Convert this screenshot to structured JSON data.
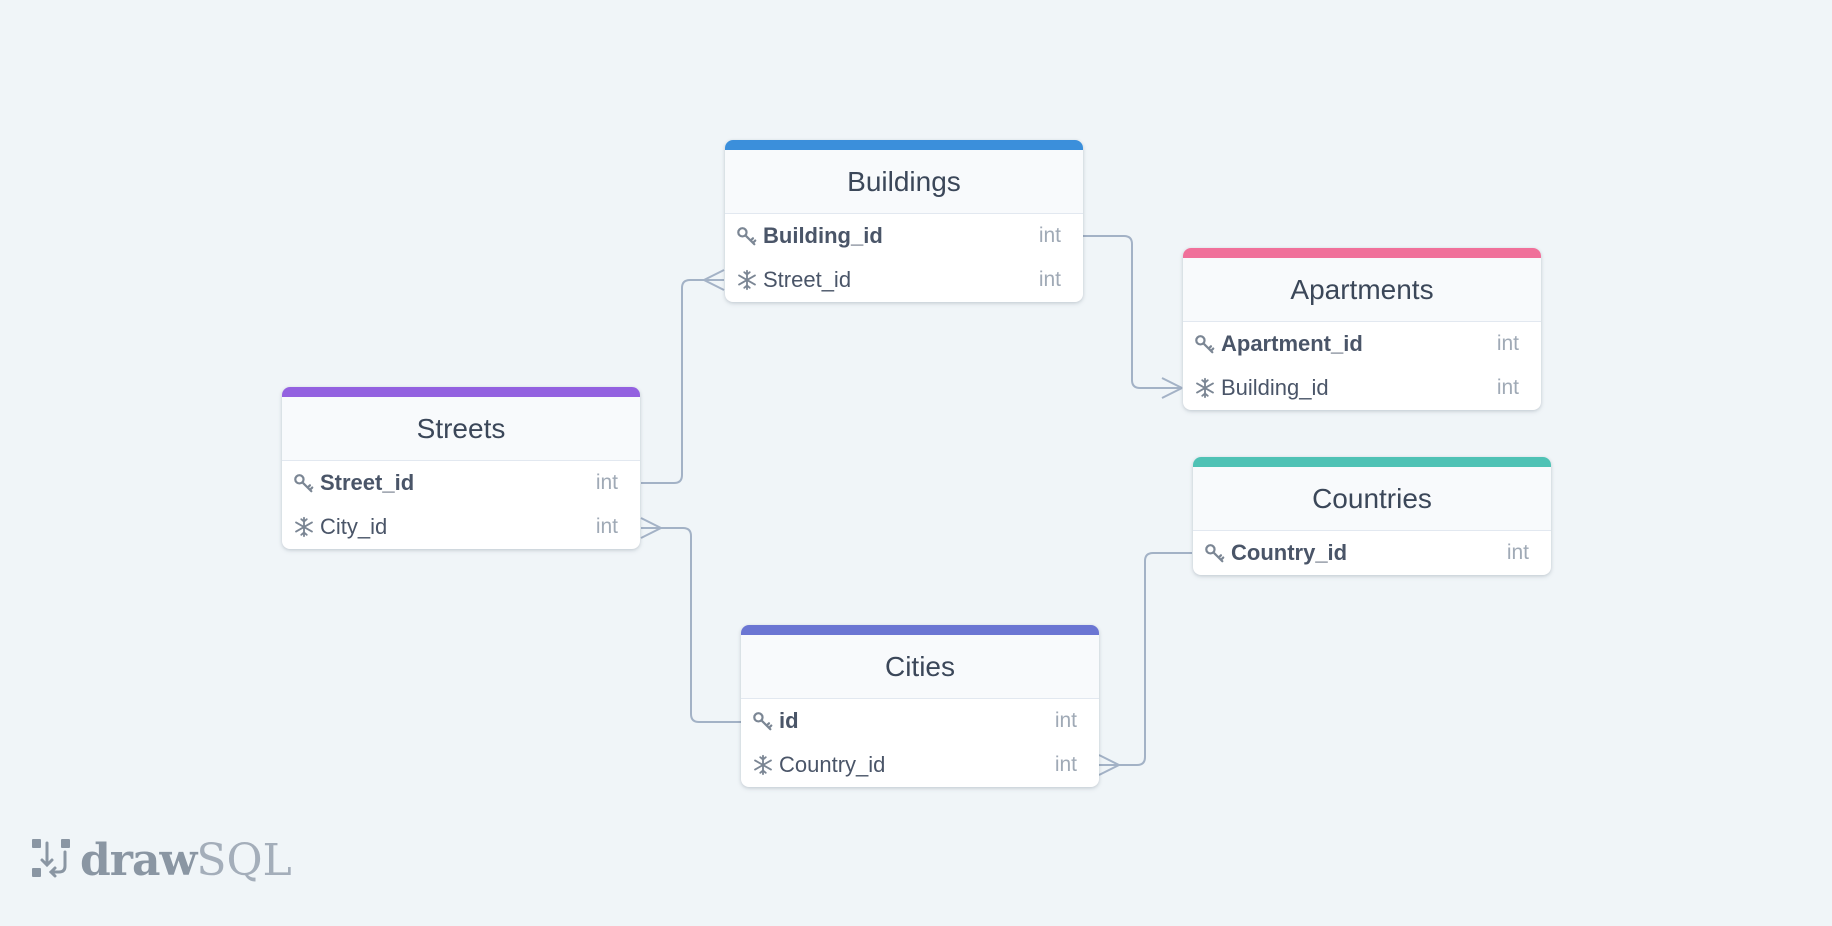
{
  "colors": {
    "buildings": "#3b8fdb",
    "apartments": "#f0709a",
    "streets": "#9361e0",
    "countries": "#4fc2b5",
    "cities": "#6b76d3",
    "link": "#a3b2c6"
  },
  "tables": {
    "buildings": {
      "name": "Buildings",
      "fields": [
        {
          "name": "Building_id",
          "type": "int",
          "icon": "key-icon"
        },
        {
          "name": "Street_id",
          "type": "int",
          "icon": "snowflake-icon"
        }
      ]
    },
    "apartments": {
      "name": "Apartments",
      "fields": [
        {
          "name": "Apartment_id",
          "type": "int",
          "icon": "key-icon"
        },
        {
          "name": "Building_id",
          "type": "int",
          "icon": "snowflake-icon"
        }
      ]
    },
    "streets": {
      "name": "Streets",
      "fields": [
        {
          "name": "Street_id",
          "type": "int",
          "icon": "key-icon"
        },
        {
          "name": "City_id",
          "type": "int",
          "icon": "snowflake-icon"
        }
      ]
    },
    "countries": {
      "name": "Countries",
      "fields": [
        {
          "name": "Country_id",
          "type": "int",
          "icon": "key-icon"
        }
      ]
    },
    "cities": {
      "name": "Cities",
      "fields": [
        {
          "name": "id",
          "type": "int",
          "icon": "key-icon"
        },
        {
          "name": "Country_id",
          "type": "int",
          "icon": "snowflake-icon"
        }
      ]
    }
  },
  "relations": [
    {
      "from": "Buildings.Building_id",
      "to": "Apartments.Building_id",
      "cardinality": "one-to-many"
    },
    {
      "from": "Streets.Street_id",
      "to": "Buildings.Street_id",
      "cardinality": "one-to-many"
    },
    {
      "from": "Cities.id",
      "to": "Streets.City_id",
      "cardinality": "one-to-many"
    },
    {
      "from": "Countries.Country_id",
      "to": "Cities.Country_id",
      "cardinality": "one-to-many"
    }
  ],
  "logo": {
    "part1": "draw",
    "part2": "SQL"
  }
}
